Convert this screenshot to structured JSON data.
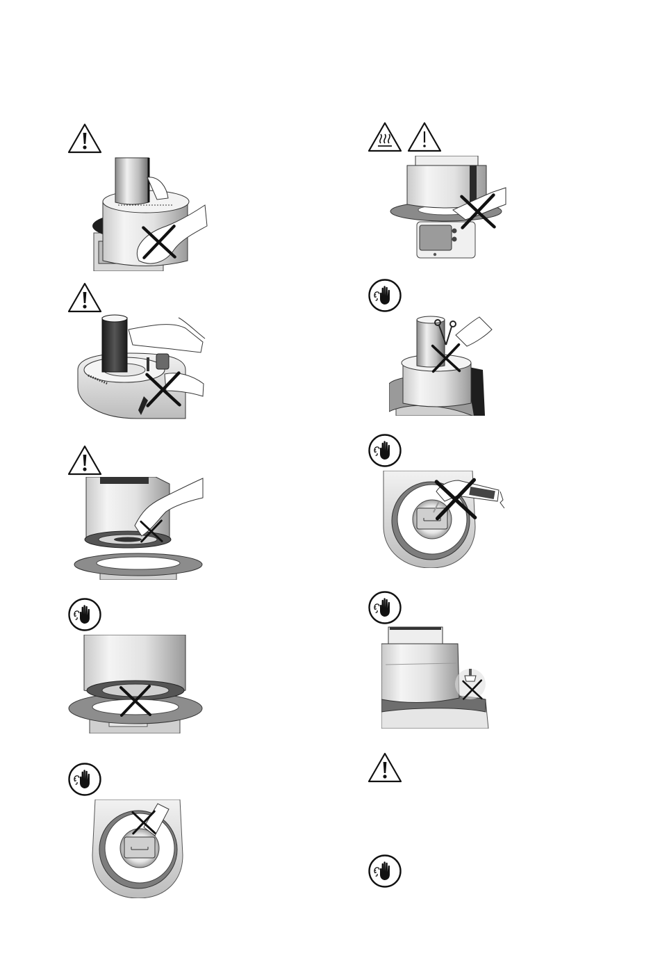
{
  "page": {
    "left_column": [
      {
        "symbol": "warning-triangle",
        "illustration": "hand-on-firing-hood-during-operation",
        "prohibited": true
      },
      {
        "symbol": "warning-triangle",
        "illustration": "hand-near-hood-with-power-plug",
        "prohibited": true
      },
      {
        "symbol": "warning-triangle",
        "illustration": "hand-inside-firing-chamber",
        "prohibited": true
      },
      {
        "symbol": "stop-hand",
        "illustration": "object-on-open-firing-plate",
        "prohibited": true
      },
      {
        "symbol": "stop-hand",
        "illustration": "finger-in-firing-plate-opening",
        "prohibited": true
      }
    ],
    "right_column": [
      {
        "symbol": "hot-surface-and-warning",
        "illustration": "hand-on-hot-firing-plate",
        "prohibited": true
      },
      {
        "symbol": "stop-hand",
        "illustration": "scissors-cutting-near-cable",
        "prohibited": true
      },
      {
        "symbol": "stop-hand",
        "illustration": "liquid-poured-into-chamber",
        "prohibited": true
      },
      {
        "symbol": "stop-hand",
        "illustration": "object-near-hood-base",
        "prohibited": true
      },
      {
        "symbol": "warning-triangle",
        "illustration": "",
        "prohibited": false
      },
      {
        "symbol": "stop-hand",
        "illustration": "",
        "prohibited": false
      }
    ]
  }
}
